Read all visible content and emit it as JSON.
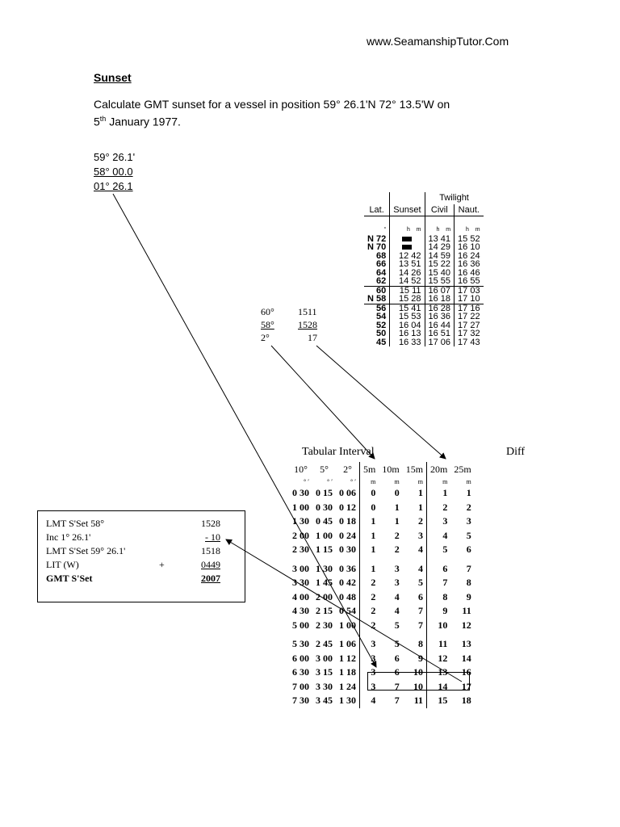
{
  "header": {
    "site": "www.SeamanshipTutor.Com"
  },
  "title": "Sunset",
  "task": {
    "line1": "Calculate GMT sunset for a vessel in position 59° 26.1'N 72° 13.5'W on",
    "day": "5",
    "day_suffix": "th",
    "line2_rest": " January 1977."
  },
  "latitude_calc": {
    "l1": "59° 26.1'",
    "l2": "58° 00.0",
    "l3": "01° 26.1"
  },
  "sunset_table": {
    "headers": {
      "lat": "Lat.",
      "sunset": "Sunset",
      "twilight": "Twilight",
      "civil": "Civil",
      "naut": "Naut."
    },
    "units": {
      "deg": "°",
      "h": "h",
      "m": "m"
    },
    "rows": [
      {
        "lat": "N 72",
        "sunset": "",
        "civil": "13 41",
        "naut": "15 52"
      },
      {
        "lat": "N 70",
        "sunset": "",
        "civil": "14 29",
        "naut": "16 10"
      },
      {
        "lat": "68",
        "sunset": "12 42",
        "civil": "14 59",
        "naut": "16 24"
      },
      {
        "lat": "66",
        "sunset": "13 51",
        "civil": "15 22",
        "naut": "16 36"
      },
      {
        "lat": "64",
        "sunset": "14 26",
        "civil": "15 40",
        "naut": "16 46"
      },
      {
        "lat": "62",
        "sunset": "14 52",
        "civil": "15 55",
        "naut": "16 55"
      },
      {
        "lat": "60",
        "sunset": "15 11",
        "civil": "16 07",
        "naut": "17 03"
      },
      {
        "lat": "N 58",
        "sunset": "15 28",
        "civil": "16 18",
        "naut": "17 10"
      },
      {
        "lat": "56",
        "sunset": "15 41",
        "civil": "16 28",
        "naut": "17 16"
      },
      {
        "lat": "54",
        "sunset": "15 53",
        "civil": "16 36",
        "naut": "17 22"
      },
      {
        "lat": "52",
        "sunset": "16 04",
        "civil": "16 44",
        "naut": "17 27"
      },
      {
        "lat": "50",
        "sunset": "16 13",
        "civil": "16 51",
        "naut": "17 32"
      },
      {
        "lat": "45",
        "sunset": "16 33",
        "civil": "17 06",
        "naut": "17 43"
      }
    ]
  },
  "interpolation": {
    "r1": {
      "lat": "60°",
      "time": "1511"
    },
    "r2": {
      "lat": "58°",
      "time": "1528"
    },
    "r3": {
      "lat": "2°",
      "time": "17"
    }
  },
  "tabular": {
    "heading": "Tabular Interval",
    "diff_heading": "Diff",
    "cols": [
      "10°",
      "5°",
      "2°",
      "5m",
      "10m",
      "15m",
      "20m",
      "25m"
    ],
    "units": [
      "° ′",
      "° ′",
      "° ′",
      "m",
      "m",
      "m",
      "m",
      "m"
    ],
    "rows": [
      [
        "0 30",
        "0 15",
        "0 06",
        "0",
        "0",
        "1",
        "1",
        "1"
      ],
      [
        "1 00",
        "0 30",
        "0 12",
        "0",
        "1",
        "1",
        "2",
        "2"
      ],
      [
        "1 30",
        "0 45",
        "0 18",
        "1",
        "1",
        "2",
        "3",
        "3"
      ],
      [
        "2 00",
        "1 00",
        "0 24",
        "1",
        "2",
        "3",
        "4",
        "5"
      ],
      [
        "2 30",
        "1 15",
        "0 30",
        "1",
        "2",
        "4",
        "5",
        "6"
      ],
      [
        "3 00",
        "1 30",
        "0 36",
        "1",
        "3",
        "4",
        "6",
        "7"
      ],
      [
        "3 30",
        "1 45",
        "0 42",
        "2",
        "3",
        "5",
        "7",
        "8"
      ],
      [
        "4 00",
        "2 00",
        "0 48",
        "2",
        "4",
        "6",
        "8",
        "9"
      ],
      [
        "4 30",
        "2 15",
        "0 54",
        "2",
        "4",
        "7",
        "9",
        "11"
      ],
      [
        "5 00",
        "2 30",
        "1 00",
        "2",
        "5",
        "7",
        "10",
        "12"
      ],
      [
        "5 30",
        "2 45",
        "1 06",
        "3",
        "5",
        "8",
        "11",
        "13"
      ],
      [
        "6 00",
        "3 00",
        "1 12",
        "3",
        "6",
        "9",
        "12",
        "14"
      ],
      [
        "6 30",
        "3 15",
        "1 18",
        "3",
        "6",
        "10",
        "13",
        "16"
      ],
      [
        "7 00",
        "3 30",
        "1 24",
        "3",
        "7",
        "10",
        "14",
        "17"
      ],
      [
        "7 30",
        "3 45",
        "1 30",
        "4",
        "7",
        "11",
        "15",
        "18"
      ]
    ]
  },
  "result_box": {
    "r1": {
      "label": "LMT S'Set 58°",
      "value": "1528"
    },
    "r2": {
      "label": "Inc 1° 26.1'",
      "value": "- 10"
    },
    "r3": {
      "label": "LMT S'Set 59° 26.1'",
      "value": "1518"
    },
    "r4": {
      "label": "LIT (W)",
      "sign": "+",
      "value": "0449"
    },
    "r5": {
      "label": "GMT S'Set",
      "value": "2007"
    }
  }
}
